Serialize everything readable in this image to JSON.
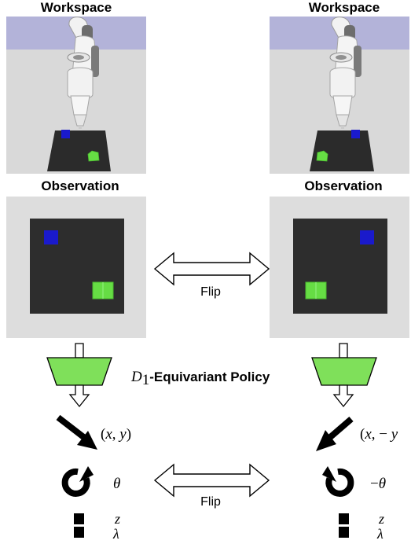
{
  "left": {
    "workspace_title": "Workspace",
    "observation_title": "Observation",
    "pos_x": "x",
    "pos_y": "y",
    "rotation_symbol": "θ",
    "z_label": "z",
    "lambda_label": "λ"
  },
  "right": {
    "workspace_title": "Workspace",
    "observation_title": "Observation",
    "pos_x": "x",
    "pos_neg": "−",
    "pos_y": "y",
    "rotation_minus": "−",
    "rotation_symbol": "θ",
    "z_label": "z",
    "lambda_label": "λ"
  },
  "center": {
    "flip_top_label": "Flip",
    "flip_bottom_label": "Flip",
    "policy_symbol": "D",
    "policy_subscript": "1",
    "policy_label": "-Equivariant Policy"
  },
  "colors": {
    "background_wall": "#d9d9d9",
    "sky": "#b3b3d9",
    "table": "#2b2b2b",
    "observation_bg": "#dddddd",
    "observation_inner": "#2d2d2d",
    "blue_block": "#1a1acc",
    "green_block": "#66dd44",
    "policy_trapezoid": "#7fe05a"
  }
}
